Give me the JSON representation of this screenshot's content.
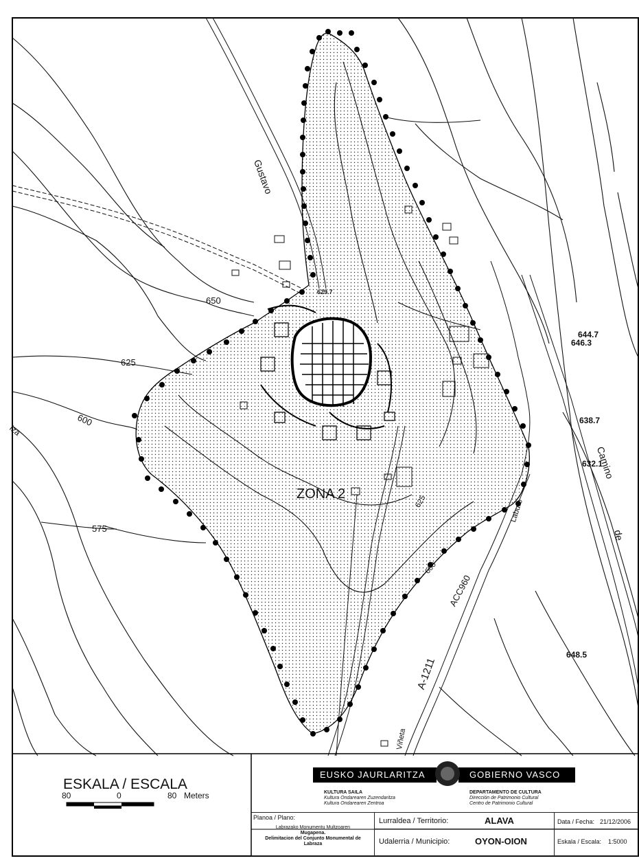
{
  "map": {
    "zone_label": "ZONA 2",
    "streets": {
      "gustavo": "Gustavo",
      "camino": "Camino",
      "de": "de",
      "accv": "ACC960",
      "a1211": "A-1211",
      "oyon": "Laburo",
      "bottom": "Viñeta",
      "left": "Iza",
      "spot": "629.7"
    },
    "contours": [
      "650",
      "625",
      "600",
      "575",
      "625",
      "600"
    ],
    "elevations": [
      "644.7",
      "646.3",
      "638.7",
      "632.1",
      "648.5"
    ]
  },
  "legend": {
    "scale_title": "ESKALA / ESCALA",
    "scale_left": "80",
    "scale_mid": "0",
    "scale_right": "80",
    "scale_unit": "Meters"
  },
  "header": {
    "left_brand": "EUSKO JAURLARITZA",
    "right_brand": "GOBIERNO VASCO",
    "dept_left_title": "KULTURA SAILA",
    "dept_left_line1": "Kultura Ondarearen Zuzendaritza",
    "dept_left_line2": "Kultura Ondarearen Zentroa",
    "dept_right_title": "DEPARTAMENTO DE CULTURA",
    "dept_right_line1": "Dirección de Patrimonio Cultural",
    "dept_right_line2": "Centro de Patrimonio Cultural"
  },
  "plan": {
    "label": "Planoa / Plano:",
    "desc1": "Labrazako Monumentu Multzoaren",
    "desc2": "Mugapena.",
    "desc3": "Delimitacion del Conjunto Monumental de",
    "desc4": "Labraza"
  },
  "fields": {
    "territory_label": "Lurraldea / Territorio:",
    "territory_value": "ALAVA",
    "municipality_label": "Udalerria / Municipio:",
    "municipality_value": "OYON-OION",
    "date_label": "Data / Fecha:",
    "date_value": "21/12/2006",
    "scale_label": "Eskala / Escala:",
    "scale_value": "1:5000"
  }
}
